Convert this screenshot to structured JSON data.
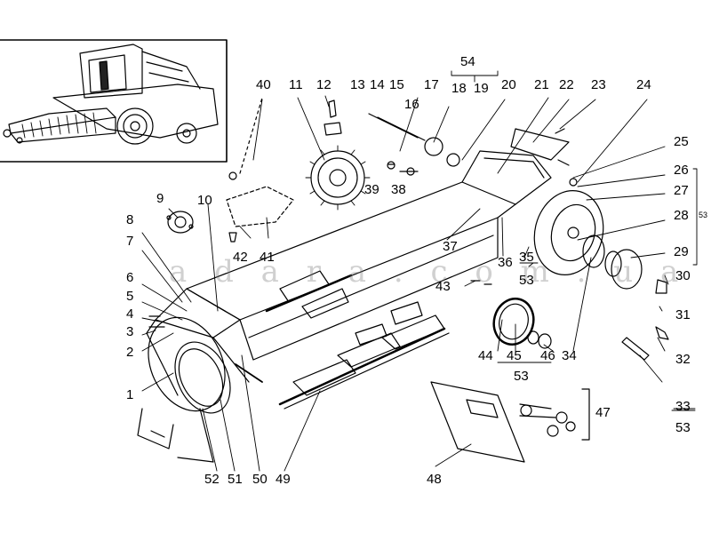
{
  "watermark": "a d a r a . c o m . u a",
  "labels": {
    "l40": "40",
    "l11": "11",
    "l12": "12",
    "l13": "13",
    "l14": "14",
    "l15": "15",
    "l16": "16",
    "l17": "17",
    "l18": "18",
    "l19": "19",
    "l20": "20",
    "l21": "21",
    "l22": "22",
    "l23": "23",
    "l24": "24",
    "l54": "54",
    "l25": "25",
    "l26": "26",
    "l27": "27",
    "l28": "28",
    "l53a": "53",
    "l29": "29",
    "l30": "30",
    "l31": "31",
    "l32": "32",
    "l33": "33",
    "l53b": "53",
    "l9": "9",
    "l10": "10",
    "l8": "8",
    "l7": "7",
    "l6": "6",
    "l5": "5",
    "l4": "4",
    "l3": "3",
    "l2": "2",
    "l1": "1",
    "l39": "39",
    "l38": "38",
    "l42": "42",
    "l41": "41",
    "l37": "37",
    "l36": "36",
    "l35": "35",
    "l53c": "53",
    "l43": "43",
    "l44": "44",
    "l45": "45",
    "l46": "46",
    "l34": "34",
    "l53d": "53",
    "l47": "47",
    "l48": "48",
    "l49": "49",
    "l50": "50",
    "l51": "51",
    "l52": "52"
  }
}
